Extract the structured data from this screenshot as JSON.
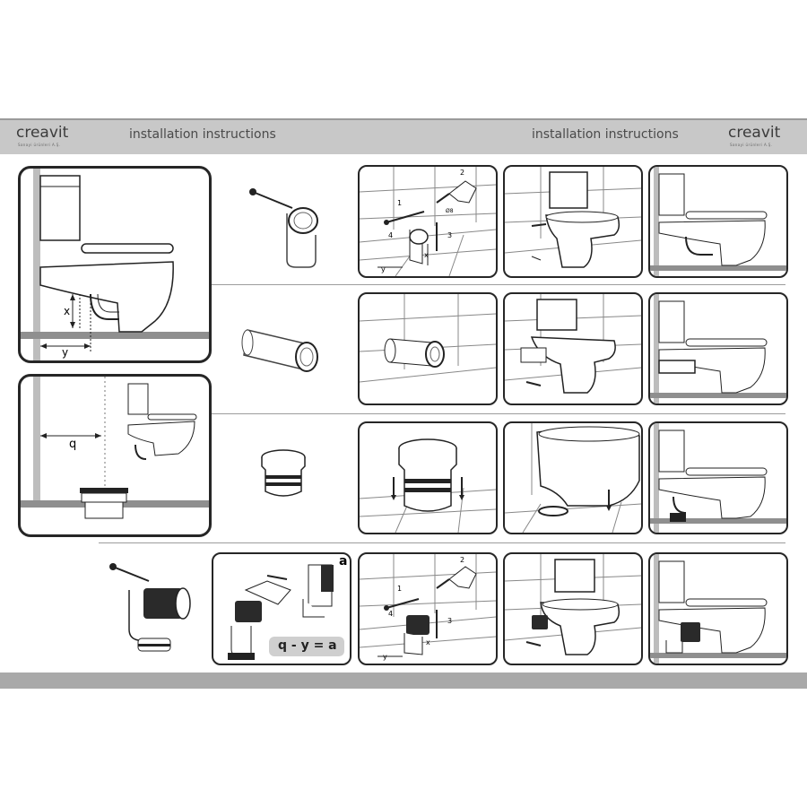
{
  "header": {
    "logo_text_left": "creavit",
    "logo_text_right": "creavit",
    "logo_tagline": "Sanayi ürünleri A.Ş.",
    "title_left": "installation instructions",
    "title_right": "installation instructions"
  },
  "diagram_labels": {
    "x": "x",
    "y": "y",
    "q": "q",
    "a": "a",
    "formula": "q - y = a",
    "step_1": "1",
    "step_2": "2",
    "step_3": "3",
    "step_4": "4",
    "drill_size": "Ø8"
  },
  "colors": {
    "header_bar": "#c8c8c8",
    "footer_bar": "#a9a9a9",
    "frame_border": "#262626",
    "floor_band": "#8f8f8f",
    "accent_dark": "#1e1e1e"
  },
  "icons": [
    "toilet-side-view",
    "connector-pipe",
    "straight-pipe",
    "rubber-seal",
    "elbow-connector",
    "drill",
    "screw",
    "tile-wall"
  ]
}
